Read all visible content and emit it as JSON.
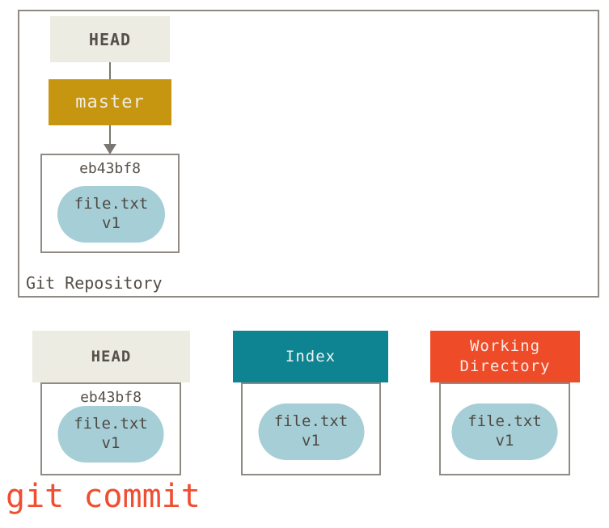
{
  "diagram": {
    "repository": {
      "label": "Git Repository",
      "head_label": "HEAD",
      "branch_label": "master",
      "commit": {
        "sha": "eb43bf8",
        "blob_file": "file.txt",
        "blob_version": "v1"
      }
    },
    "columns": {
      "head": {
        "title": "HEAD",
        "sha": "eb43bf8",
        "blob_file": "file.txt",
        "blob_version": "v1"
      },
      "index": {
        "title": "Index",
        "blob_file": "file.txt",
        "blob_version": "v1"
      },
      "working": {
        "title": "Working Directory",
        "blob_file": "file.txt",
        "blob_version": "v1"
      }
    },
    "command": "git commit",
    "colors": {
      "header_cream": "#ecece3",
      "branch_gold": "#c79610",
      "index_teal": "#0e8492",
      "working_orange": "#ee4b28",
      "blob_blue": "#a6ced6",
      "border_gray": "#8f8b84",
      "arrow_gray": "#7a7772",
      "text_dark": "#57504a",
      "command_orange": "#f04e32"
    }
  }
}
